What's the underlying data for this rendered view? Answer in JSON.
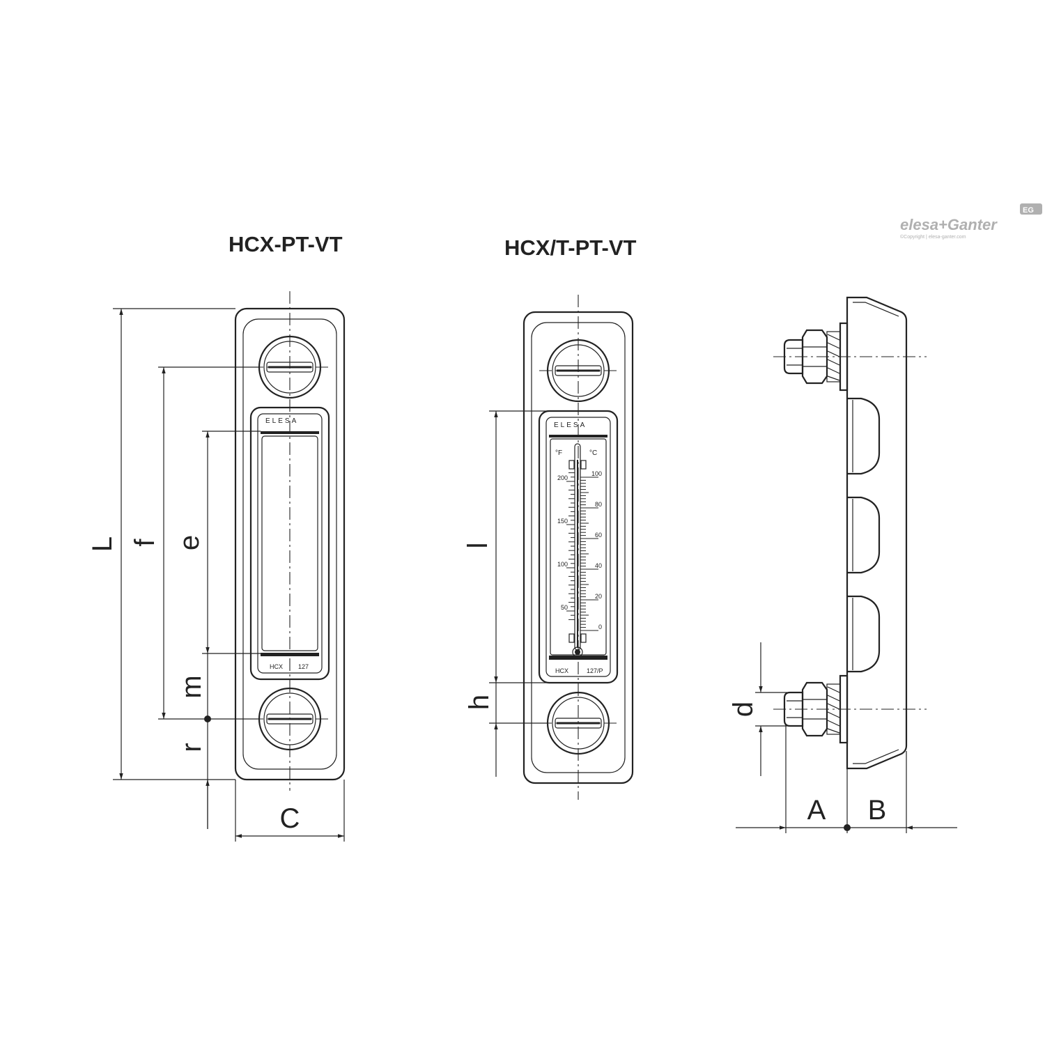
{
  "brand": {
    "logo": "elesa+Ganter",
    "copyright": "©Copyright | elesa-ganter.com"
  },
  "views": {
    "left": {
      "title": "HCX-PT-VT",
      "window_brand": "ELESA",
      "window_code": "HCX",
      "window_number": "127",
      "dims": {
        "L": "L",
        "f": "f",
        "e": "e",
        "m": "m",
        "r": "r",
        "C": "C"
      }
    },
    "middle": {
      "title": "HCX/T-PT-VT",
      "window_brand": "ELESA",
      "window_code": "HCX",
      "window_number": "127/P",
      "unit_f": "°F",
      "unit_c": "°C",
      "scale_f": [
        "200",
        "150",
        "100",
        "50"
      ],
      "scale_c": [
        "100",
        "80",
        "60",
        "40",
        "20",
        "0"
      ],
      "dims": {
        "l": "l",
        "h": "h"
      }
    },
    "right": {
      "dims": {
        "d": "d",
        "A": "A",
        "B": "B"
      }
    }
  }
}
